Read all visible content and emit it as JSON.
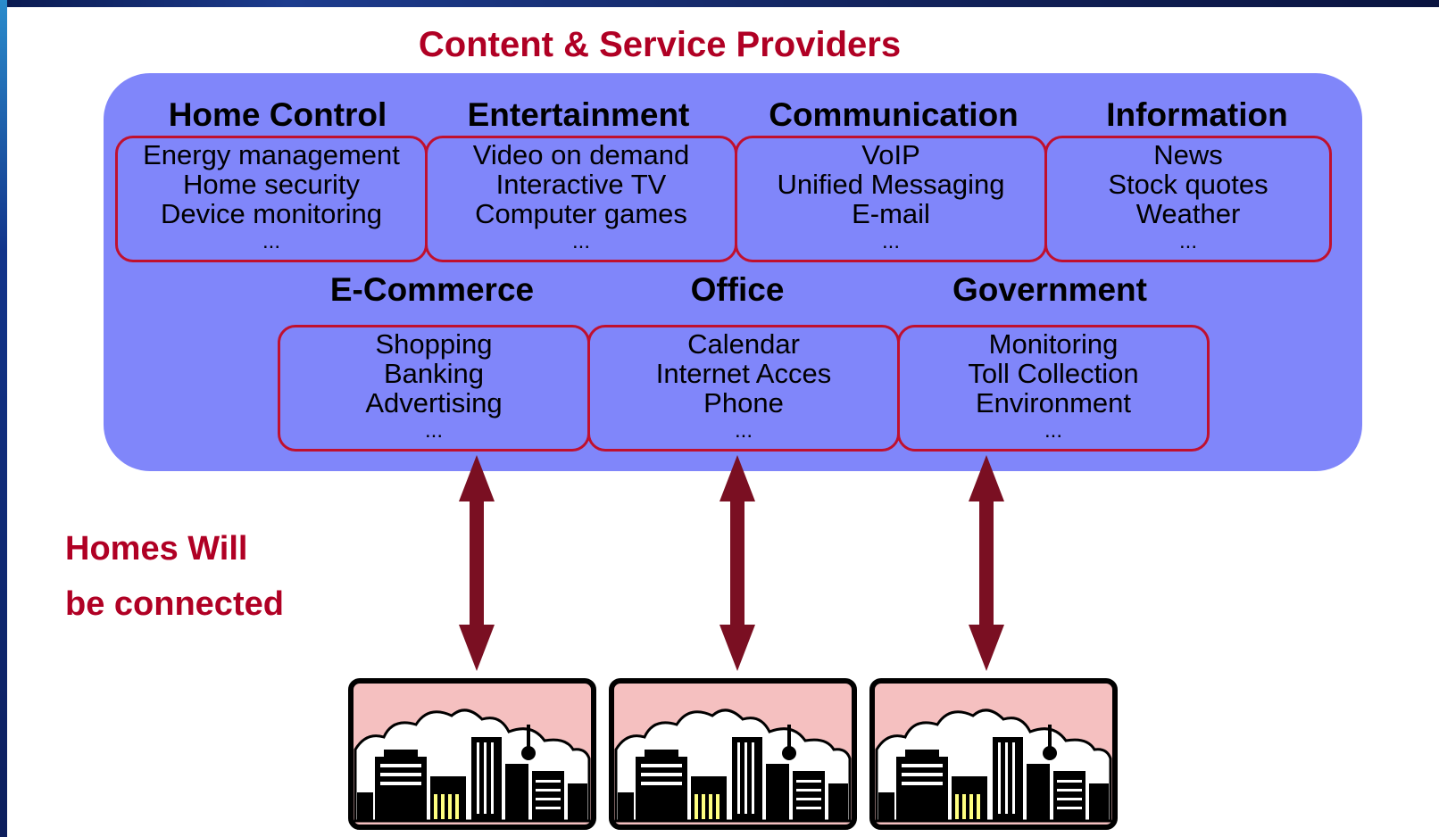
{
  "title": "Content & Service Providers",
  "categories": [
    {
      "name": "Home Control",
      "items": [
        "Energy management",
        "Home security",
        "Device monitoring",
        "..."
      ]
    },
    {
      "name": "Entertainment",
      "items": [
        "Video on demand",
        "Interactive TV",
        "Computer games",
        "..."
      ]
    },
    {
      "name": "Communication",
      "items": [
        "VoIP",
        "Unified Messaging",
        "E-mail",
        "..."
      ]
    },
    {
      "name": "Information",
      "items": [
        "News",
        "Stock quotes",
        "Weather",
        "..."
      ]
    },
    {
      "name": "E-Commerce",
      "items": [
        "Shopping",
        "Banking",
        "Advertising",
        "..."
      ]
    },
    {
      "name": "Office",
      "items": [
        "Calendar",
        "Internet Acces",
        "Phone",
        "..."
      ]
    },
    {
      "name": "Government",
      "items": [
        "Monitoring",
        "Toll Collection",
        "Environment",
        "..."
      ]
    }
  ],
  "homes_label": {
    "line1": "Homes Will",
    "line2": "be connected"
  },
  "colors": {
    "panel": "#8086fa",
    "accent": "#b00024",
    "box_border": "#c0102e",
    "arrow": "#7a0f22",
    "sky": "#f5c0c0"
  },
  "homes": [
    {
      "icon": "city-skyline-icon"
    },
    {
      "icon": "city-skyline-icon"
    },
    {
      "icon": "city-skyline-icon"
    }
  ]
}
